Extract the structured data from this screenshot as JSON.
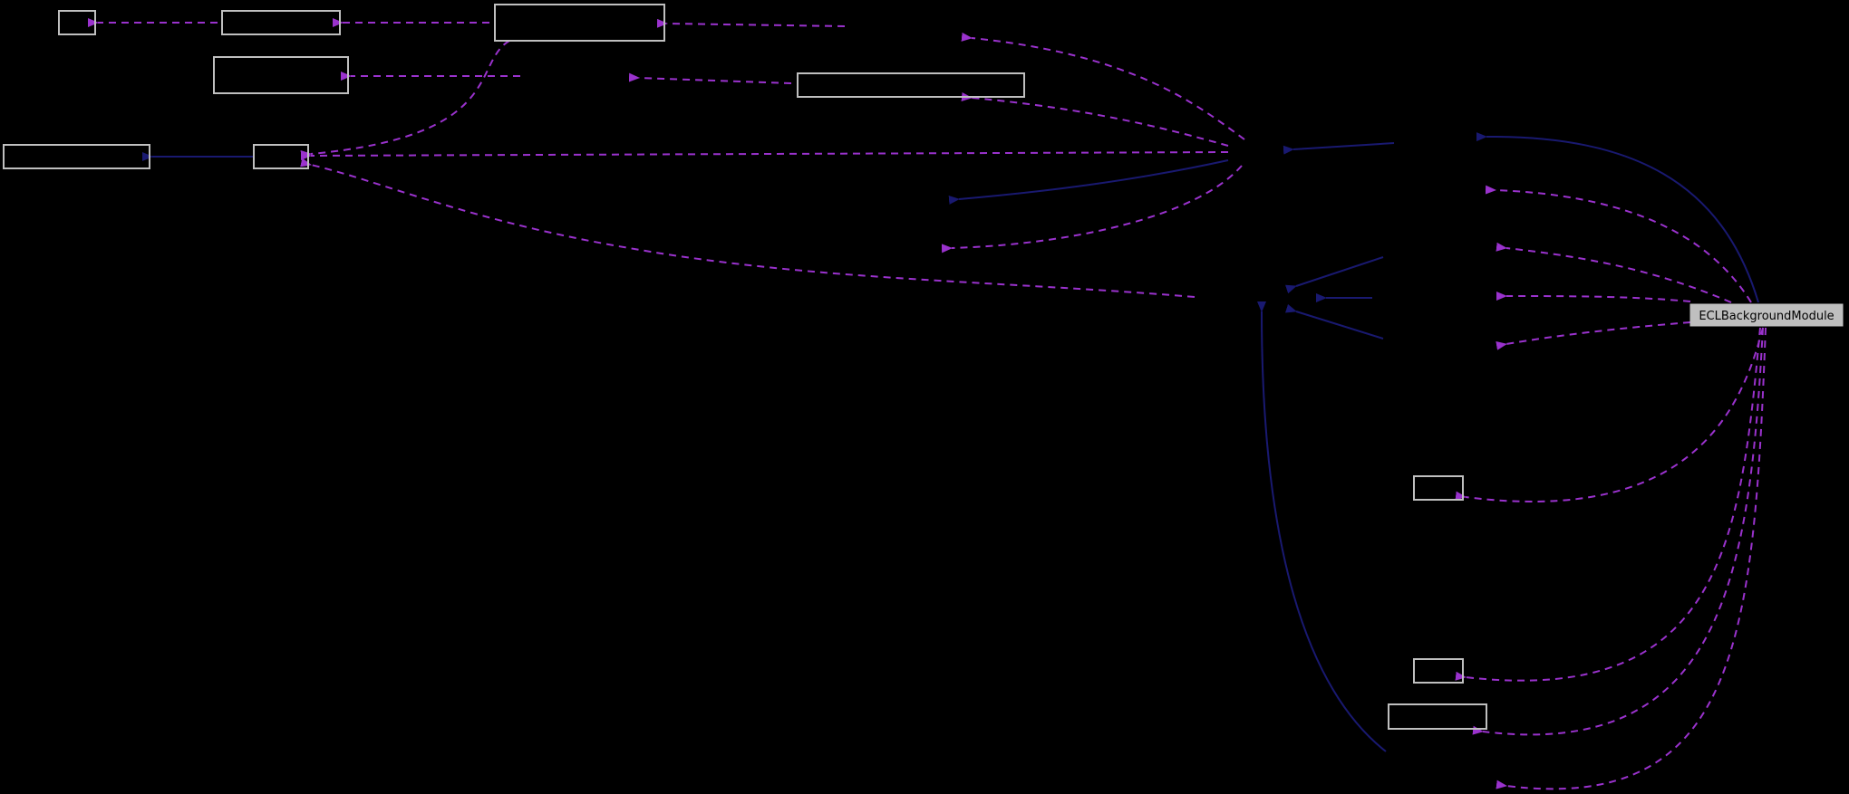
{
  "diagram": {
    "type": "collaboration-graph",
    "background": "#000000",
    "colors": {
      "node_border": "#bfbfbf",
      "highlight_fill": "#bfbfbf",
      "inheritance_edge": "#191970",
      "usage_edge": "#9a32cd",
      "label_text": "#000000"
    },
    "focus_node": {
      "label": "ECLBackgroundModule"
    },
    "nodes": [
      {
        "id": "n_a",
        "label": ""
      },
      {
        "id": "n_b",
        "label": ""
      },
      {
        "id": "n_c",
        "label": ""
      },
      {
        "id": "n_d",
        "label": ""
      },
      {
        "id": "n_e",
        "label": ""
      },
      {
        "id": "n_f",
        "label": ""
      },
      {
        "id": "n_g",
        "label": ""
      },
      {
        "id": "n_h",
        "label": ""
      },
      {
        "id": "n_i",
        "label": ""
      },
      {
        "id": "n_j",
        "label": ""
      }
    ],
    "legend": {
      "solid_edge": "inheritance",
      "dashed_edge": "usage"
    }
  }
}
